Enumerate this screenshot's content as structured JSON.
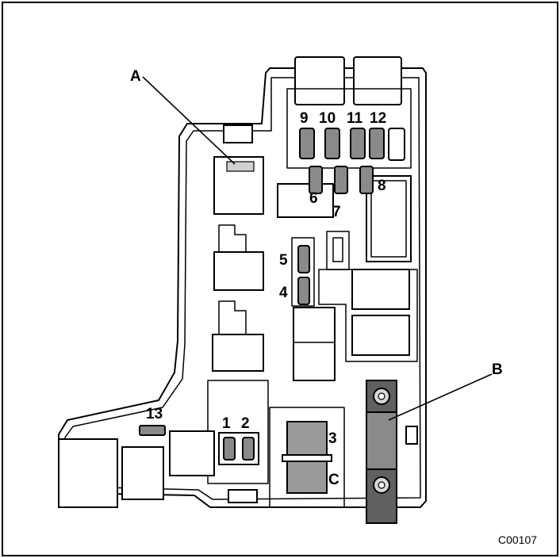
{
  "callouts": {
    "A": "A",
    "B": "B",
    "C": "C"
  },
  "fuse_numbers": {
    "n1": "1",
    "n2": "2",
    "n3": "3",
    "n4": "4",
    "n5": "5",
    "n6": "6",
    "n7": "7",
    "n8": "8",
    "n9": "9",
    "n10": "10",
    "n11": "11",
    "n12": "12",
    "n13": "13"
  },
  "figure_code": "C00107"
}
